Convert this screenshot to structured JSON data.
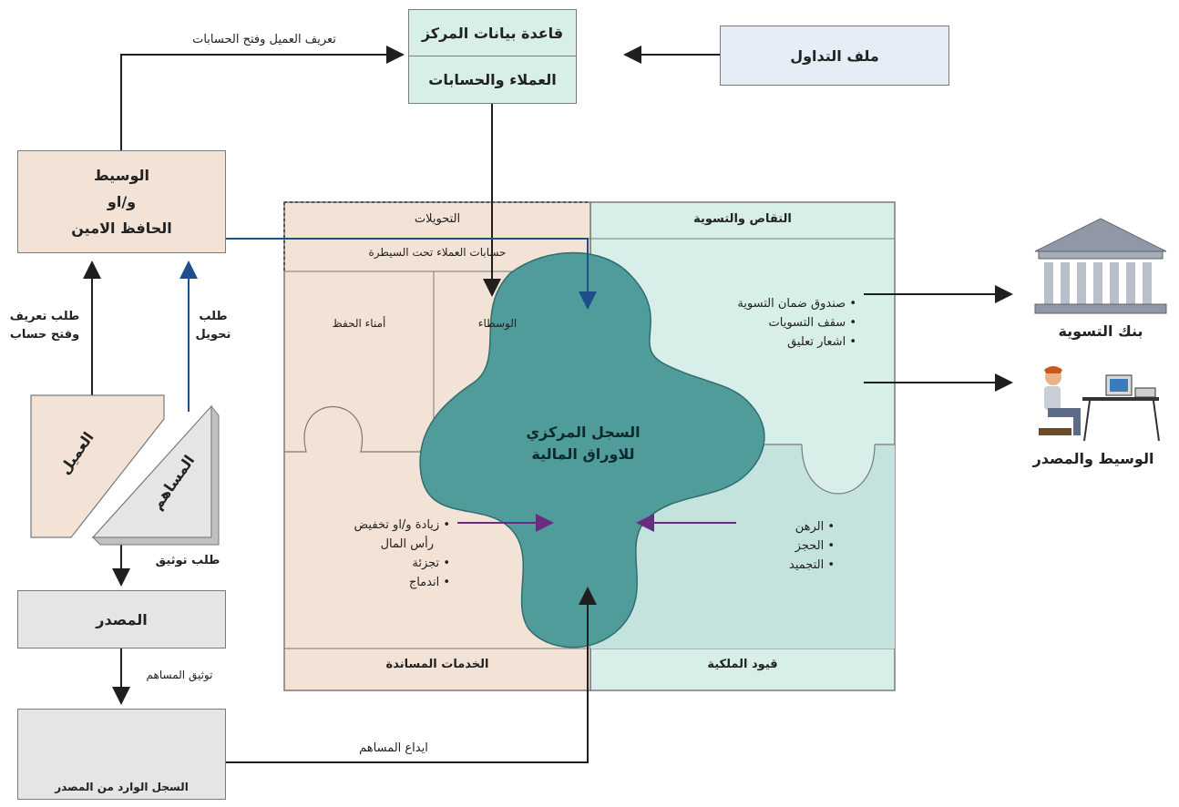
{
  "central_db": {
    "top": "قاعدة بيانات المركز",
    "bottom": "العملاء والحسابات"
  },
  "trading_file": "ملف التداول",
  "broker_custodian": {
    "line1": "الوسيط",
    "line2": "و/او",
    "line3": "الحافظ الامين"
  },
  "arrow_labels": {
    "define_client": "تعريف العميل وفتح الحسابات",
    "request_account": {
      "line1": "طلب تعريف",
      "line2": "وفتح حساب"
    },
    "request_transfer": {
      "line1": "طلب",
      "line2": "تحويل"
    },
    "request_certify": "طلب توثيق",
    "certify_shareholder": "توثيق المساهم",
    "deposit_shareholder": "ايداع المساهم"
  },
  "client": "العميل",
  "shareholder": "المساهم",
  "issuer": "المصدر",
  "issuer_register": "السجل الوارد من المصدر",
  "sections": {
    "transfers": "التحويلات",
    "clearing": "التقاص والتسوية",
    "controlled_accounts": "حسابات العملاء تحت السيطرة",
    "custodians": "أمناء الحفظ",
    "brokers": "الوسطاء",
    "support_services": "الخدمات المساندة",
    "ownership_restrictions": "قيود الملكية"
  },
  "central_registry": {
    "line1": "السجل المركزي",
    "line2": "للاوراق المالية"
  },
  "clearing_bullets": [
    "صندوق ضمان التسوية",
    "سقف التسويات",
    "اشعار تعليق"
  ],
  "support_bullets": [
    "زيادة و/او تخفيض",
    "رأس المال",
    "تجزئة",
    "اندماج"
  ],
  "restriction_bullets": [
    "الرهن",
    "الحجز",
    "التجميد"
  ],
  "settlement_bank": "بنك التسوية",
  "broker_issuer": "الوسيط والمصدر",
  "colors": {
    "arrow": "#1f1f1f",
    "blue_line": "#1f4e8c",
    "purple": "#6a2c7e",
    "puzzle": "#4f9c9a"
  }
}
